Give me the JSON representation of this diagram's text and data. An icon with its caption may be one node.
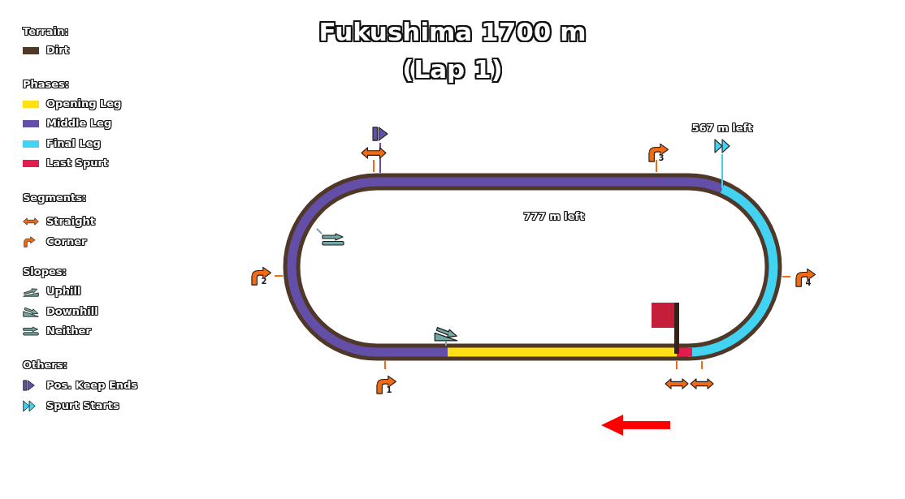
{
  "diagram": {
    "title": "Fukushima 1700 m (Lap 1)",
    "labels": [
      "Terrain:",
      "Phases:",
      "Segments:",
      "Slopes:",
      "Others:",
      "567 m left",
      "3",
      "777 m left",
      "2",
      "4",
      "1"
    ],
    "legend": [
      {
        "text": "Dirt",
        "color": "#4f3828"
      },
      {
        "text": "Opening Leg",
        "color": "#ffe014"
      },
      {
        "text": "Middle Leg",
        "color": "#634fa8"
      },
      {
        "text": "Final Leg",
        "color": "#41d3f1"
      },
      {
        "text": "Last Spurt",
        "color": "#e41b4f"
      },
      {
        "text": "Straight"
      },
      {
        "text": "Corner"
      },
      {
        "text": "Uphill"
      },
      {
        "text": "Downhill"
      },
      {
        "text": "Neither"
      },
      {
        "text": "Pos. Keep Ends"
      },
      {
        "text": "Spurt Starts"
      }
    ]
  }
}
